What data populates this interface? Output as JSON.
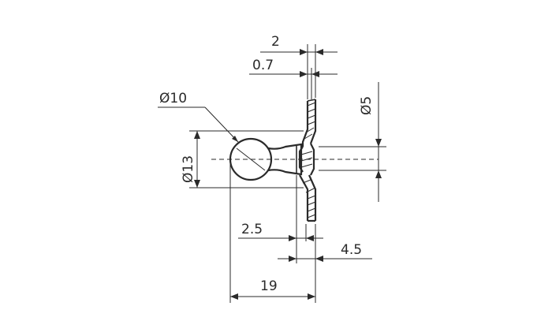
{
  "dimensions": {
    "top_width": "2",
    "top_thickness": "0.7",
    "ball_diameter": "Ø10",
    "neck_height": "Ø13",
    "hole_diameter": "Ø5",
    "neck_offset": "2.5",
    "plate_offset": "4.5",
    "total_length": "19"
  },
  "colors": {
    "ink": "#2a2a2a",
    "background": "#ffffff"
  }
}
